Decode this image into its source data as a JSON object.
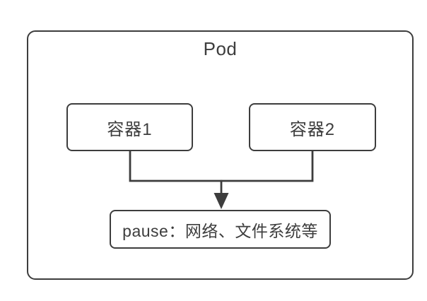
{
  "diagram": {
    "pod": {
      "label": "Pod"
    },
    "nodes": [
      {
        "id": "container1",
        "label": "容器1"
      },
      {
        "id": "container2",
        "label": "容器2"
      },
      {
        "id": "pause",
        "label": "pause：网络、文件系统等"
      }
    ],
    "colors": {
      "line": "#3d3d3d",
      "text": "#3d3d3d",
      "background": "#ffffff"
    }
  }
}
